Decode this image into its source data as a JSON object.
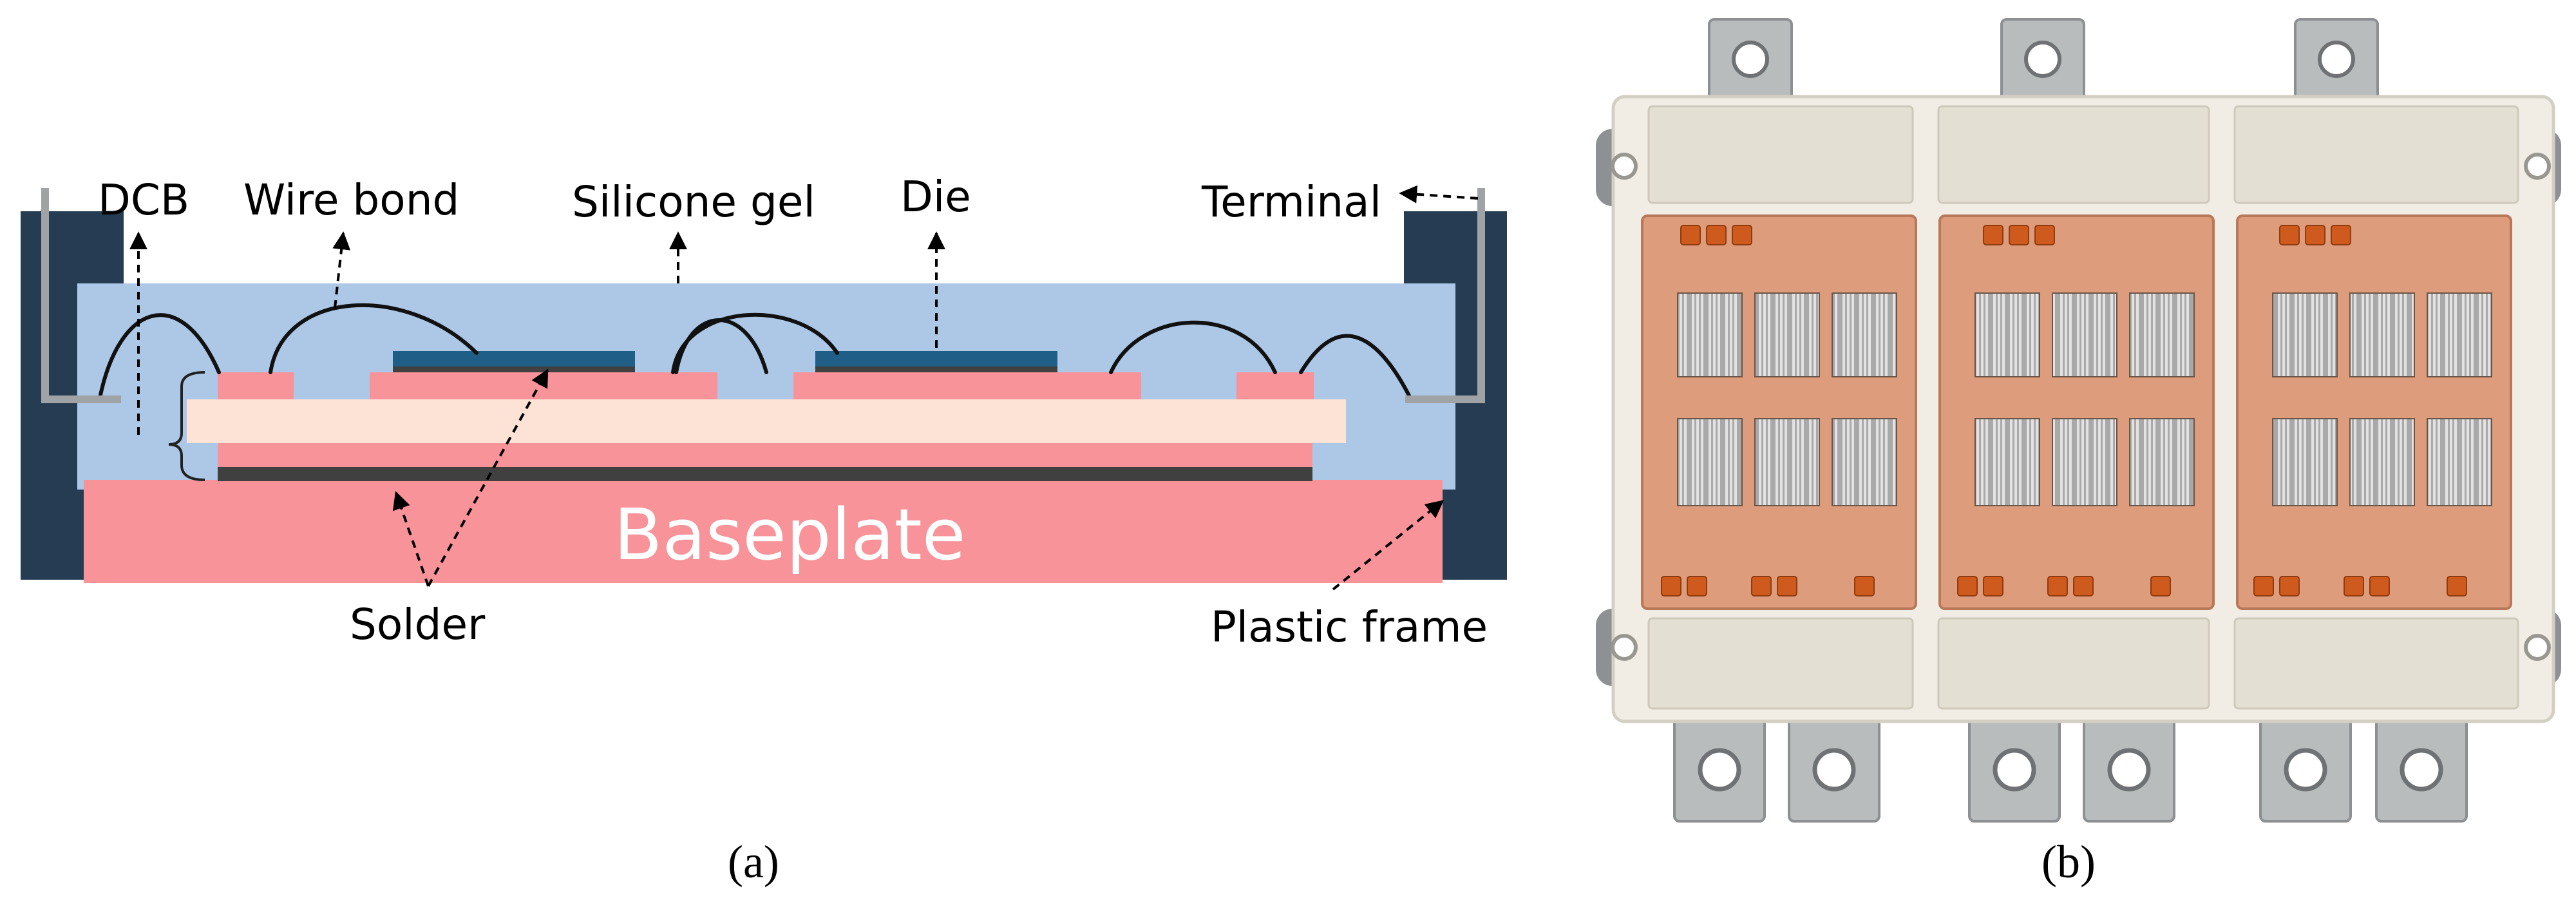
{
  "panel_a": {
    "caption": "(a)",
    "labels": {
      "dcb": "DCB",
      "wire_bond": "Wire bond",
      "silicone_gel": "Silicone gel",
      "die": "Die",
      "terminal": "Terminal",
      "baseplate": "Baseplate",
      "solder": "Solder",
      "plastic_frame": "Plastic frame"
    }
  },
  "panel_b": {
    "caption": "(b)"
  },
  "colors": {
    "frame": "#263c52",
    "gel": "#adc8e6",
    "copper": "#f9939a",
    "ceramic": "#fde3d6",
    "solder": "#404040",
    "die": "#1f5f87",
    "terminal": "#9fa3a6"
  }
}
